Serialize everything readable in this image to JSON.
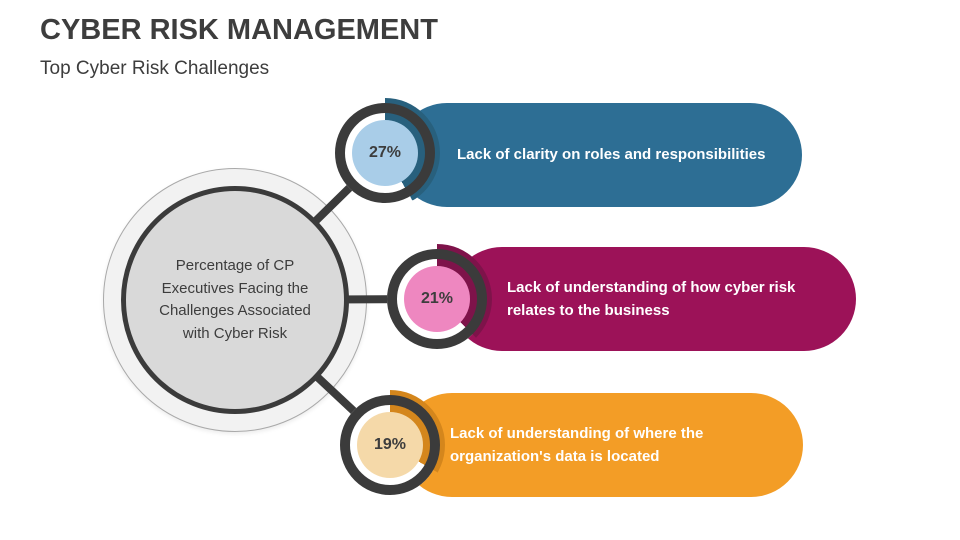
{
  "slide": {
    "title": "CYBER RISK MANAGEMENT",
    "subtitle": "Top Cyber Risk Challenges",
    "center_label": "Percentage of CP Executives Facing the Challenges Associated with Cyber Risk"
  },
  "chart_data": {
    "type": "pie",
    "title": "Top Cyber Risk Challenges",
    "center_label": "Percentage of CP Executives Facing the Challenges Associated with Cyber Risk",
    "legend_position": "right-bars",
    "ring_color": "#3b3b3b",
    "center_fill": "#d9d9d9",
    "center_outer_fill": "#f2f2f2",
    "items": [
      {
        "value": 27,
        "pct_label": "27%",
        "text": "Lack of clarity on roles and responsibilities",
        "bar_color": "#2d6e94",
        "fill_color": "#a9cde8",
        "arc_color": "#28607d",
        "arc_deg": 150
      },
      {
        "value": 21,
        "pct_label": "21%",
        "text": "Lack of understanding of how cyber risk relates to the business",
        "bar_color": "#9c1258",
        "fill_color": "#ee87c0",
        "arc_color": "#7e134a",
        "arc_deg": 135
      },
      {
        "value": 19,
        "pct_label": "19%",
        "text": "Lack of understanding of where the organization's data is located",
        "bar_color": "#f39d26",
        "fill_color": "#f5d9a9",
        "arc_color": "#d4861c",
        "arc_deg": 120
      }
    ]
  }
}
